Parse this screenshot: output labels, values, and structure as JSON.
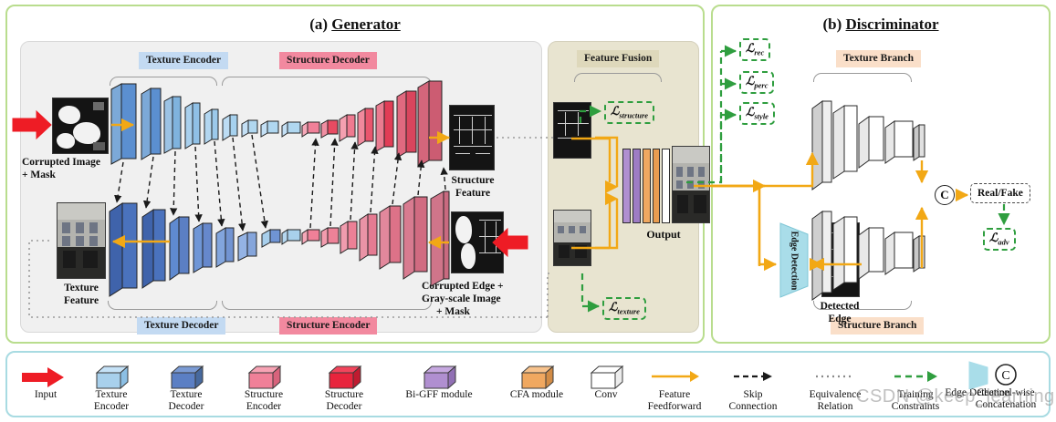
{
  "figure": {
    "generator": {
      "title_prefix": "(a) ",
      "title": "Generator"
    },
    "discriminator": {
      "title_prefix": "(b) ",
      "title": "Discriminator"
    }
  },
  "generator": {
    "section_labels": {
      "texture_encoder": "Texture Encoder",
      "structure_decoder": "Structure Decoder",
      "texture_decoder": "Texture Decoder",
      "structure_encoder": "Structure Encoder"
    },
    "io_labels": {
      "corrupted_image": "Corrupted Image\n+ Mask",
      "corrupted_image_l1": "Corrupted Image",
      "corrupted_image_l2": "+ Mask",
      "texture_feature_l1": "Texture",
      "texture_feature_l2": "Feature",
      "structure_feature_l1": "Structure",
      "structure_feature_l2": "Feature",
      "corrupted_edge_l1": "Corrupted Edge +",
      "corrupted_edge_l2": "Gray-scale Image",
      "corrupted_edge_l3": "+ Mask"
    }
  },
  "fusion": {
    "label": "Feature Fusion",
    "output_label": "Output",
    "loss_structure": "structure",
    "loss_texture": "texture",
    "loss_symbol": "ℒ"
  },
  "discriminator": {
    "texture_branch": "Texture Branch",
    "structure_branch": "Structure Branch",
    "edge_detection_l1": "Edge",
    "edge_detection_l2": "Detection",
    "detected_edge_l1": "Detected",
    "detected_edge_l2": "Edge",
    "real_fake": "Real/Fake",
    "concat_symbol": "C",
    "losses": [
      {
        "name": "rec"
      },
      {
        "name": "perc"
      },
      {
        "name": "style"
      },
      {
        "name": "adv"
      }
    ]
  },
  "legend": {
    "items": [
      {
        "icon": "red-arrow-icon",
        "line1": "Input",
        "line2": ""
      },
      {
        "icon": "cube-texture-encoder",
        "line1": "Texture",
        "line2": "Encoder"
      },
      {
        "icon": "cube-texture-decoder",
        "line1": "Texture",
        "line2": "Decoder"
      },
      {
        "icon": "cube-structure-encoder",
        "line1": "Structure",
        "line2": "Encoder"
      },
      {
        "icon": "cube-structure-decoder",
        "line1": "Structure",
        "line2": "Decoder"
      },
      {
        "icon": "cube-bigff",
        "line1": "Bi-GFF module",
        "line2": ""
      },
      {
        "icon": "cube-cfa",
        "line1": "CFA module",
        "line2": ""
      },
      {
        "icon": "cube-conv",
        "line1": "Conv",
        "line2": ""
      },
      {
        "icon": "orange-arrow-icon",
        "line1": "Feature",
        "line2": "Feedforward"
      },
      {
        "icon": "black-dashed-arrow-icon",
        "line1": "Skip",
        "line2": "Connection"
      },
      {
        "icon": "dotted-line-icon",
        "line1": "Equivalence",
        "line2": "Relation"
      },
      {
        "icon": "green-dashed-arrow-icon",
        "line1": "Training",
        "line2": "Constraints"
      },
      {
        "icon": "trapezoid-icon",
        "line1": "Edge Detection",
        "line2": ""
      },
      {
        "icon": "concat-circle-icon",
        "line1": "Channel-wise",
        "line2": "Concatenation"
      }
    ]
  },
  "watermark": {
    "text": "CSDN @keep_learning"
  },
  "colors": {
    "texture_encoder": "#a8d0ec",
    "texture_decoder": "#5b7fc4",
    "structure_encoder": "#f08098",
    "structure_decoder": "#e8243c",
    "bigff": "#b08fd0",
    "cfa": "#f0a860",
    "conv": "#ffffff",
    "feature_feedforward": "#f2a815",
    "training_constraint": "#2f9e3f",
    "input_arrow": "#ee1c25",
    "edge_detection": "#a9dde9",
    "panel_border": "#b9dd8e",
    "legend_border": "#a8dbe2"
  }
}
